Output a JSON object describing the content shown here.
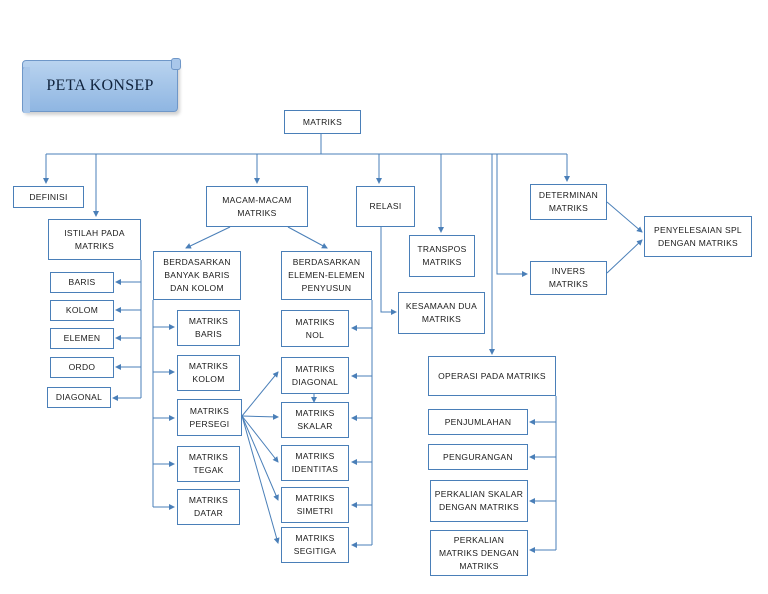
{
  "title": "PETA KONSEP",
  "nodes": {
    "matriks": "MATRIKS",
    "definisi": "DEFINISI",
    "istilah": "ISTILAH PADA\nMATRIKS",
    "baris": "BARIS",
    "kolom": "KOLOM",
    "elemen": "ELEMEN",
    "ordo": "ORDO",
    "diagonal": "DIAGONAL",
    "macam": "MACAM-MACAM\nMATRIKS",
    "banyak": "BERDASARKAN\nBANYAK BARIS\nDAN KOLOM",
    "elemenElemen": "BERDASARKAN\nELEMEN-ELEMEN\nPENYUSUN",
    "mBaris": "MATRIKS\nBARIS",
    "mKolom": "MATRIKS\nKOLOM",
    "mPersegi": "MATRIKS\nPERSEGI",
    "mTegak": "MATRIKS\nTEGAK",
    "mDatar": "MATRIKS\nDATAR",
    "mNol": "MATRIKS\nNOL",
    "mDiagonal": "MATRIKS\nDIAGONAL",
    "mSkalar": "MATRIKS\nSKALAR",
    "mIdentitas": "MATRIKS\nIDENTITAS",
    "mSimetri": "MATRIKS\nSIMETRI",
    "mSegitiga": "MATRIKS\nSEGITIGA",
    "relasi": "RELASI",
    "transpos": "TRANSPOS\nMATRIKS",
    "kesamaan": "KESAMAAN DUA\nMATRIKS",
    "determinan": "DETERMINAN\nMATRIKS",
    "invers": "INVERS\nMATRIKS",
    "spl": "PENYELESAIAN SPL\nDENGAN MATRIKS",
    "operasi": "OPERASI PADA MATRIKS",
    "penjumlahan": "PENJUMLAHAN",
    "pengurangan": "PENGURANGAN",
    "perkalianSkalar": "PERKALIAN SKALAR\nDENGAN MATRIKS",
    "perkalianMatriks": "PERKALIAN\nMATRIKS DENGAN\nMATRIKS"
  }
}
